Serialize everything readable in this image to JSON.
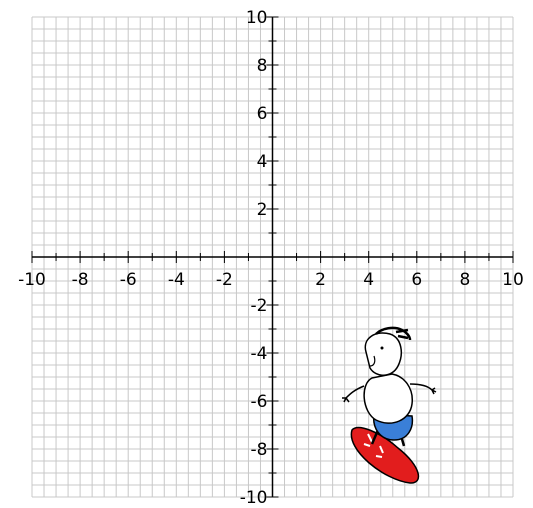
{
  "plane": {
    "x_range": [
      -10,
      10
    ],
    "y_range": [
      -10,
      10
    ],
    "grid_step": 1,
    "label_step": 2,
    "grid": true,
    "colors": {
      "grid": "#c8c8c8",
      "axis": "#000000",
      "background": "#ffffff"
    },
    "x_tick_labels": [
      "-10",
      "-8",
      "-6",
      "-4",
      "-2",
      "2",
      "4",
      "6",
      "8",
      "10"
    ],
    "y_tick_labels": [
      "10",
      "8",
      "6",
      "4",
      "2",
      "-2",
      "-4",
      "-6",
      "-8",
      "-10"
    ]
  },
  "character": {
    "icon": "surfer-on-surfboard-icon",
    "position": "fourth quadrant",
    "colors": {
      "shorts": "#3a7fd8",
      "board": "#e21d1d",
      "outline": "#000000",
      "skin": "#ffffff"
    }
  }
}
